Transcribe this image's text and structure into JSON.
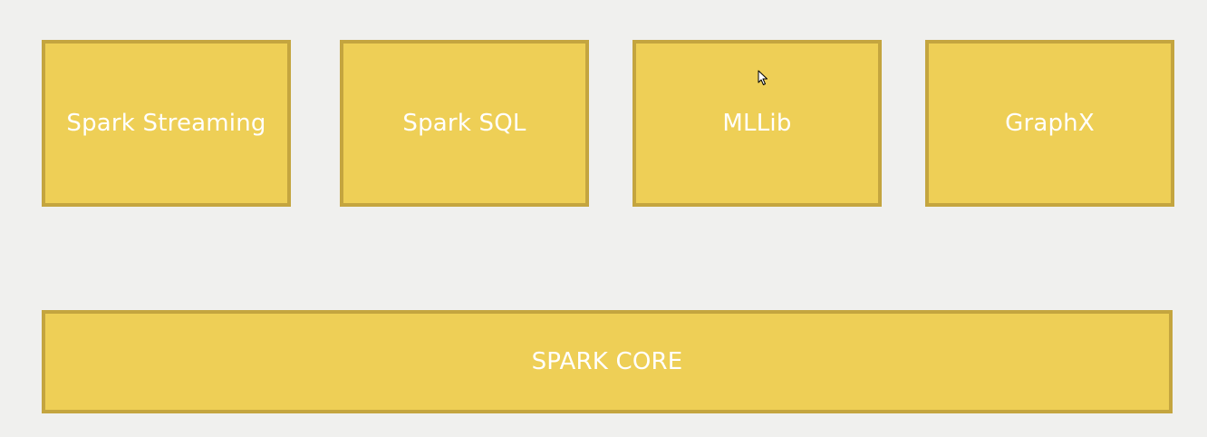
{
  "diagram": {
    "modules": [
      {
        "label": "Spark Streaming"
      },
      {
        "label": "Spark SQL"
      },
      {
        "label": "MLLib"
      },
      {
        "label": "GraphX"
      }
    ],
    "core": {
      "label": "SPARK CORE"
    }
  },
  "colors": {
    "background": "#f0f0ee",
    "box_fill": "#eecf56",
    "box_border": "#c4a53f",
    "text": "#ffffff"
  },
  "icons": {
    "cursor": "mouse-pointer-icon"
  }
}
